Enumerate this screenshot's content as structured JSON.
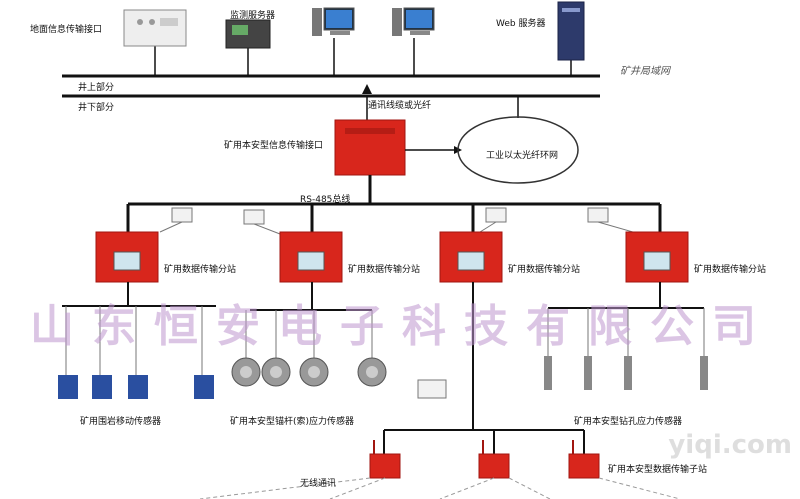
{
  "labels": {
    "surface_interface": "地面信息传输接口",
    "monitor_server": "监测服务器",
    "web_server": "Web 服务器",
    "mine_lan": "矿井局域网",
    "above_ground": "井上部分",
    "underground": "井下部分",
    "cable_fiber": "通讯线缆或光纤",
    "safe_interface": "矿用本安型信息传输接口",
    "ethernet_ring": "工业以太光纤环网",
    "rs485": "RS-485总线",
    "substation": "矿用数据传输分站",
    "rock_sensor": "矿用围岩移动传感器",
    "anchor_sensor": "矿用本安型锚杆(索)应力传感器",
    "drill_sensor": "矿用本安型钻孔应力传感器",
    "wireless": "无线通讯",
    "wireless_substation": "矿用本安型数据传输子站"
  },
  "watermark": "山东恒安电子科技有限公司",
  "site_mark": "yiqi.com",
  "colors": {
    "device_red": "#d8261c",
    "dark_red": "#a11610",
    "line": "#111111",
    "ring": "#333333"
  }
}
